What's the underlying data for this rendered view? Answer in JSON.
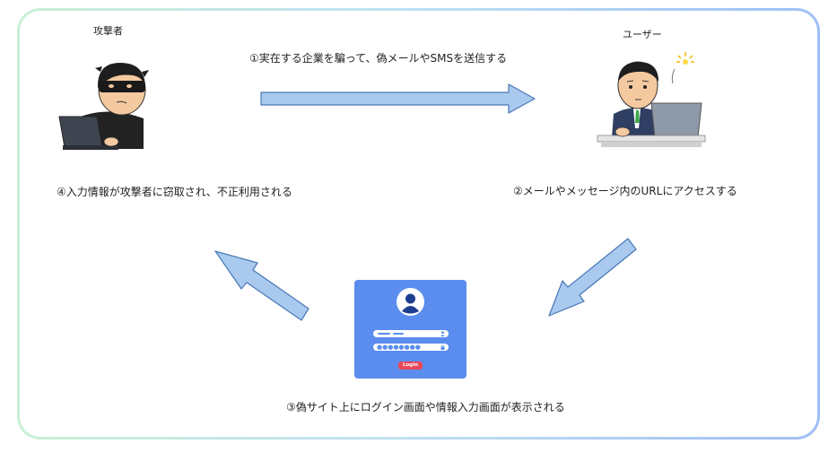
{
  "diagram": {
    "attacker_label": "攻撃者",
    "user_label": "ユーザー",
    "step1": "①実在する企業を騙って、偽メールやSMSを送信する",
    "step2": "②メールやメッセージ内のURLにアクセスする",
    "step3": "③偽サイト上にログイン画面や情報入力画面が表示される",
    "step4": "④入力情報が攻撃者に窃取され、不正利用される",
    "login_button_label": "Login",
    "password_mask": "●●●●●●●●"
  },
  "colors": {
    "arrow_fill": "#a9c9ef",
    "arrow_stroke": "#4a77b6",
    "login_card": "#5b8def",
    "login_button": "#e8475a"
  },
  "icons": {
    "attacker": "masked-hacker-at-laptop-icon",
    "user": "confused-businessman-at-laptop-icon",
    "avatar": "user-avatar-icon"
  }
}
